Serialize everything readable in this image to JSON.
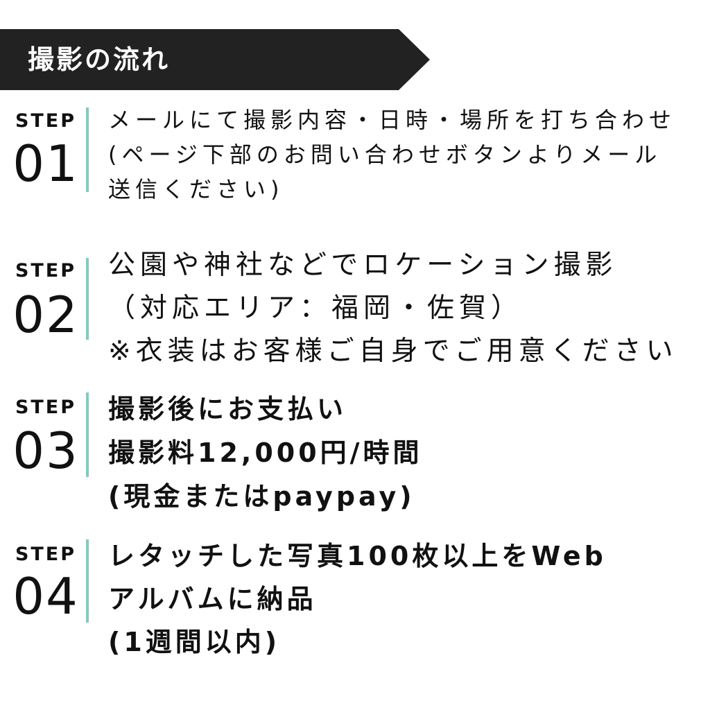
{
  "header": {
    "title": "撮影の流れ"
  },
  "accent_color": "#7ecdc0",
  "steps": [
    {
      "label": "STEP",
      "number": "01",
      "lines": [
        "メールにて撮影内容・日時・場所を打ち合わせ",
        "(ページ下部のお問い合わせボタンよりメール",
        " 送信ください)"
      ]
    },
    {
      "label": "STEP",
      "number": "02",
      "lines": [
        "公園や神社などでロケーション撮影",
        "（対応エリア：福岡・佐賀）",
        "※衣装はお客様ご自身でご用意ください"
      ]
    },
    {
      "label": "STEP",
      "number": "03",
      "lines": [
        "撮影後にお支払い",
        "撮影料12,000円/時間",
        "(現金またはpaypay)"
      ]
    },
    {
      "label": "STEP",
      "number": "04",
      "lines": [
        "レタッチした写真100枚以上をWeb",
        "アルバムに納品",
        "(1週間以内)"
      ]
    }
  ]
}
